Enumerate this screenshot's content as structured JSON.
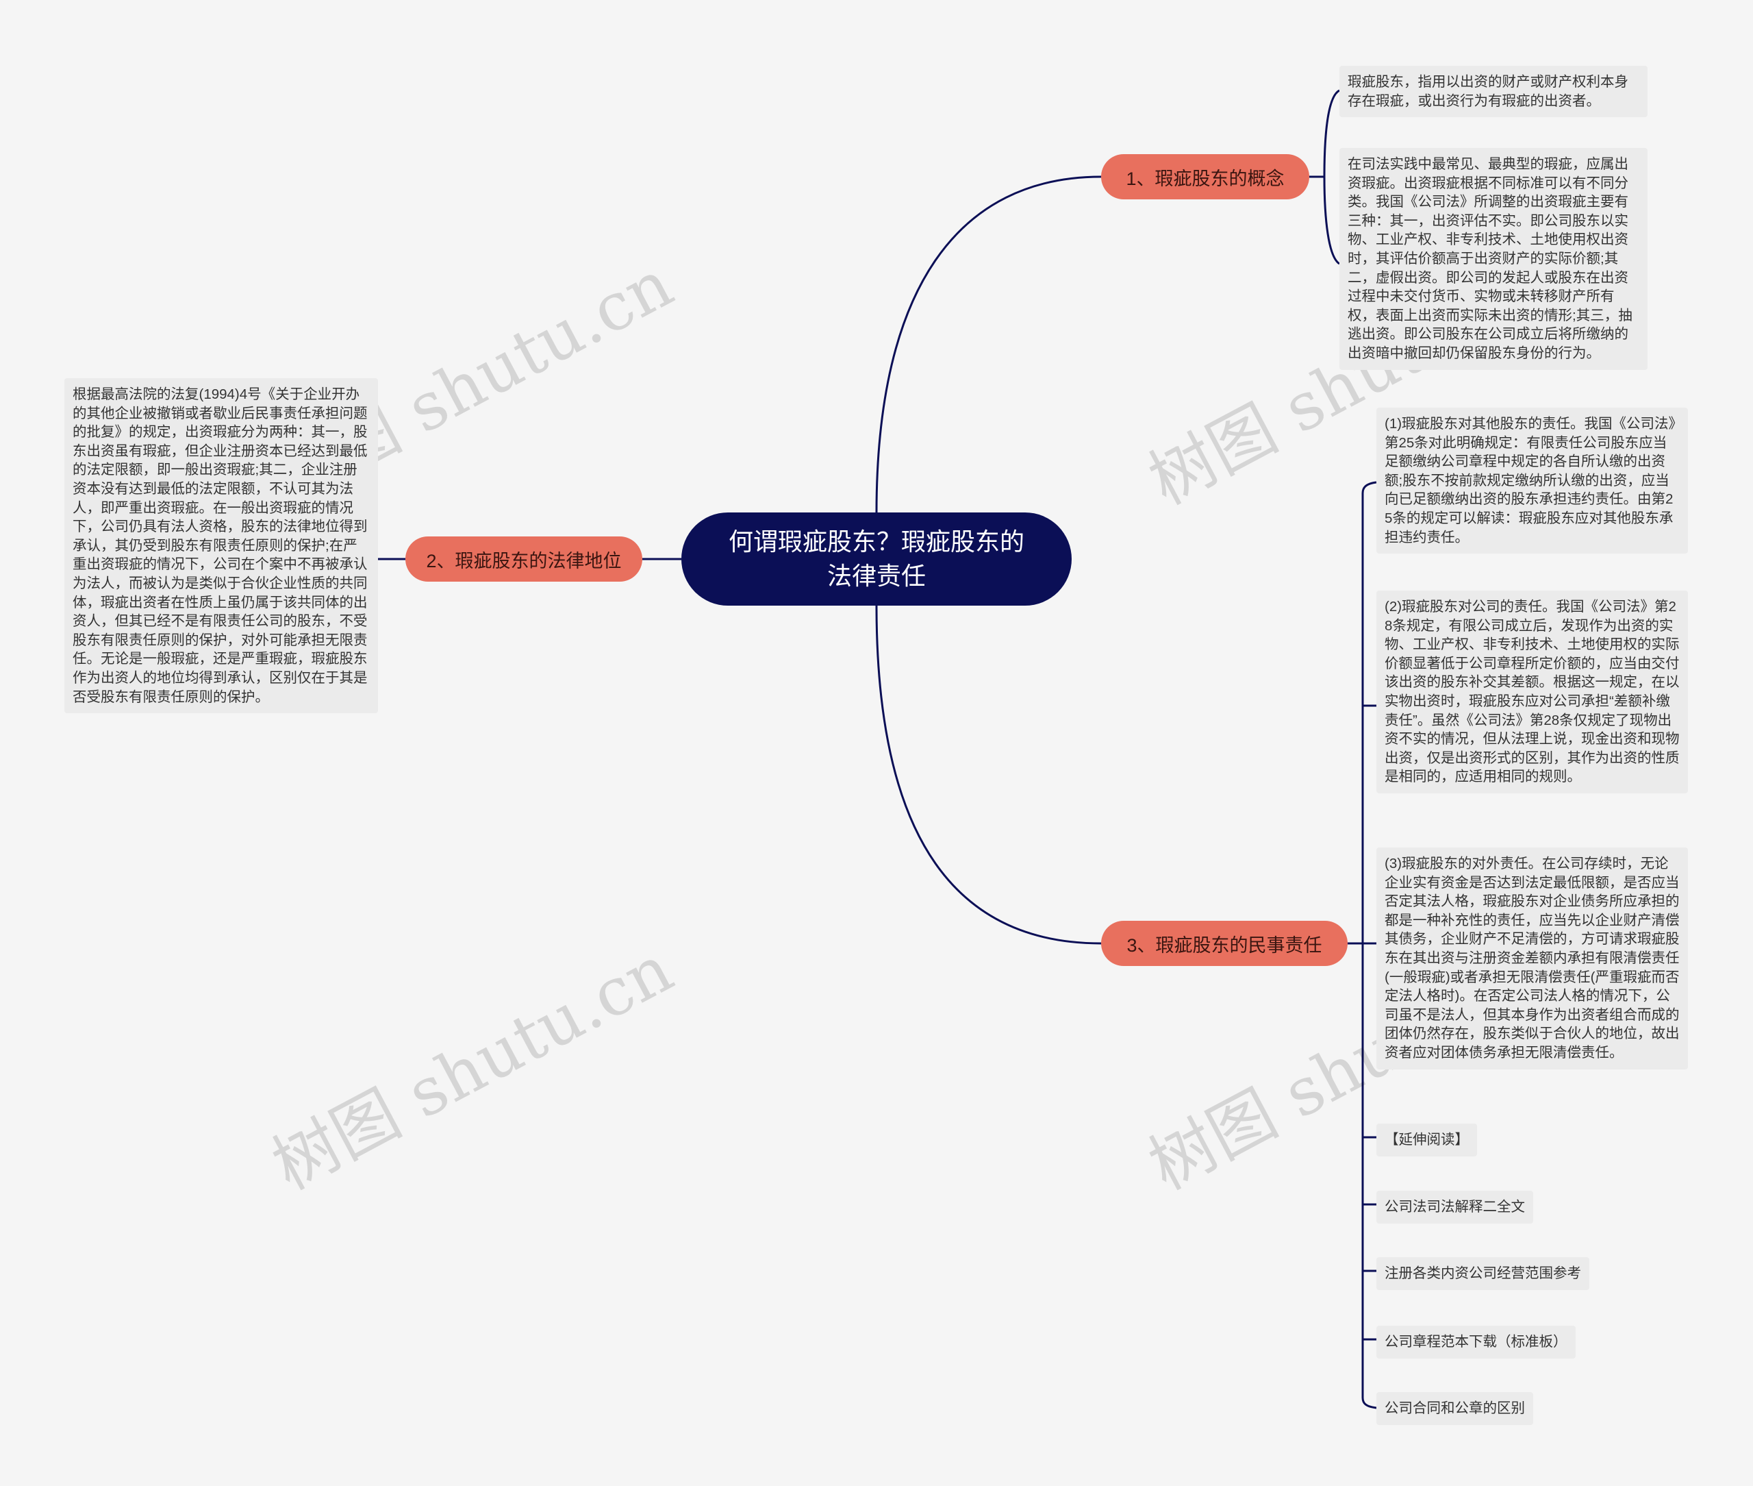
{
  "root": {
    "title": "何谓瑕疵股东？瑕疵股东的法律责任"
  },
  "branches": [
    {
      "label": "1、瑕疵股东的概念",
      "leaves": [
        "瑕疵股东，指用以出资的财产或财产权利本身存在瑕疵，或出资行为有瑕疵的出资者。",
        "在司法实践中最常见、最典型的瑕疵，应属出资瑕疵。出资瑕疵根据不同标准可以有不同分类。我国《公司法》所调整的出资瑕疵主要有三种：其一，出资评估不实。即公司股东以实物、工业产权、非专利技术、土地使用权出资时，其评估价额高于出资财产的实际价额;其二，虚假出资。即公司的发起人或股东在出资过程中未交付货币、实物或未转移财产所有权，表面上出资而实际未出资的情形;其三，抽逃出资。即公司股东在公司成立后将所缴纳的出资暗中撤回却仍保留股东身份的行为。"
      ]
    },
    {
      "label": "2、瑕疵股东的法律地位",
      "leaves": [
        "根据最高法院的法复(1994)4号《关于企业开办的其他企业被撤销或者歇业后民事责任承担问题的批复》的规定，出资瑕疵分为两种：其一，股东出资虽有瑕疵，但企业注册资本已经达到最低的法定限额，即一般出资瑕疵;其二，企业注册资本没有达到最低的法定限额，不认可其为法人，即严重出资瑕疵。在一般出资瑕疵的情况下，公司仍具有法人资格，股东的法律地位得到承认，其仍受到股东有限责任原则的保护;在严重出资瑕疵的情况下，公司在个案中不再被承认为法人，而被认为是类似于合伙企业性质的共同体，瑕疵出资者在性质上虽仍属于该共同体的出资人，但其已经不是有限责任公司的股东，不受股东有限责任原则的保护，对外可能承担无限责任。无论是一般瑕疵，还是严重瑕疵，瑕疵股东作为出资人的地位均得到承认，区别仅在于其是否受股东有限责任原则的保护。"
      ]
    },
    {
      "label": "3、瑕疵股东的民事责任",
      "leaves": [
        "(1)瑕疵股东对其他股东的责任。我国《公司法》第25条对此明确规定：有限责任公司股东应当足额缴纳公司章程中规定的各自所认缴的出资额;股东不按前款规定缴纳所认缴的出资，应当向已足额缴纳出资的股东承担违约责任。由第25条的规定可以解读：瑕疵股东应对其他股东承担违约责任。",
        "(2)瑕疵股东对公司的责任。我国《公司法》第28条规定，有限公司成立后，发现作为出资的实物、工业产权、非专利技术、土地使用权的实际价额显著低于公司章程所定价额的，应当由交付该出资的股东补交其差额。根据这一规定，在以实物出资时，瑕疵股东应对公司承担“差额补缴责任”。虽然《公司法》第28条仅规定了现物出资不实的情况，但从法理上说，现金出资和现物出资，仅是出资形式的区别，其作为出资的性质是相同的，应适用相同的规则。",
        "(3)瑕疵股东的对外责任。在公司存续时，无论企业实有资金是否达到法定最低限额，是否应当否定其法人格，瑕疵股东对企业债务所应承担的都是一种补充性的责任，应当先以企业财产清偿其债务，企业财产不足清偿的，方可请求瑕疵股东在其出资与注册资金差额内承担有限清偿责任(一般瑕疵)或者承担无限清偿责任(严重瑕疵而否定法人格时)。在否定公司法人格的情况下，公司虽不是法人，但其本身作为出资者组合而成的团体仍然存在，股东类似于合伙人的地位，故出资者应对团体债务承担无限清偿责任。",
        "【延伸阅读】",
        "公司法司法解释二全文",
        "注册各类内资公司经营范围参考",
        "公司章程范本下载（标准板）",
        "公司合同和公章的区别"
      ]
    }
  ],
  "watermarks": [
    "树图 shutu.cn",
    "树图 shutu.cn",
    "树图 shutu.cn",
    "树图 shutu.cn"
  ],
  "colors": {
    "root_fill": "#0b0f56",
    "branch_fill": "#e8705e",
    "connector": "#0b0f56",
    "leaf_fill": "#ebebeb",
    "background": "#f5f5f5"
  }
}
